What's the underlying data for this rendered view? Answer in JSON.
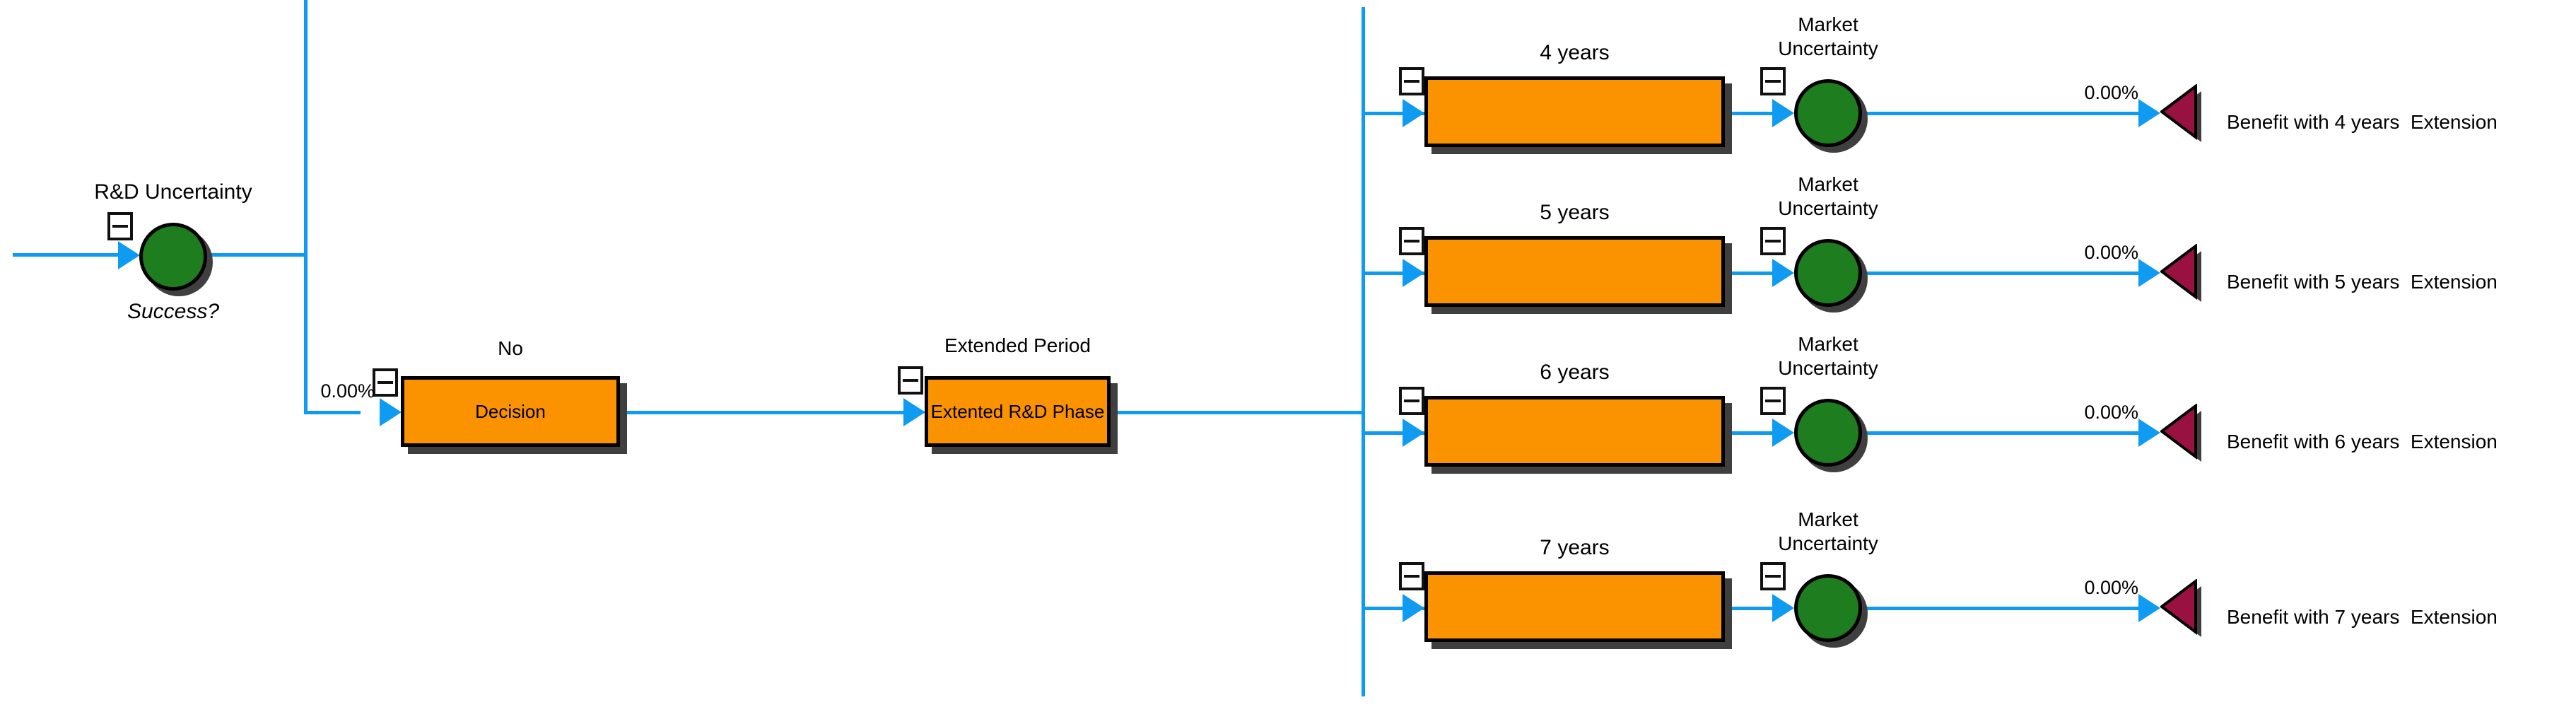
{
  "colors": {
    "line-blue": "#0E9BF1",
    "node-orange": "#FB9200",
    "node-green": "#1E7D1E",
    "terminal-maroon": "#981140",
    "shadow-gray": "#3F3F3F"
  },
  "root": {
    "label": "R&D Uncertainty",
    "question": "Success?"
  },
  "no_branch": {
    "probability": "0.00%",
    "label": "No",
    "node_text": "Decision"
  },
  "extended_phase": {
    "label": "Extended Period",
    "node_text": "Extented R&D Phase"
  },
  "branches": [
    {
      "label": "4 years",
      "chance_label": "Market\nUncertainty",
      "probability": "0.00%",
      "terminal_label": "Benefit with 4 years  Extension"
    },
    {
      "label": "5 years",
      "chance_label": "Market\nUncertainty",
      "probability": "0.00%",
      "terminal_label": "Benefit with 5 years  Extension"
    },
    {
      "label": "6 years",
      "chance_label": "Market\nUncertainty",
      "probability": "0.00%",
      "terminal_label": "Benefit with 6 years  Extension"
    },
    {
      "label": "7 years",
      "chance_label": "Market\nUncertainty",
      "probability": "0.00%",
      "terminal_label": "Benefit with 7 years  Extension"
    }
  ]
}
